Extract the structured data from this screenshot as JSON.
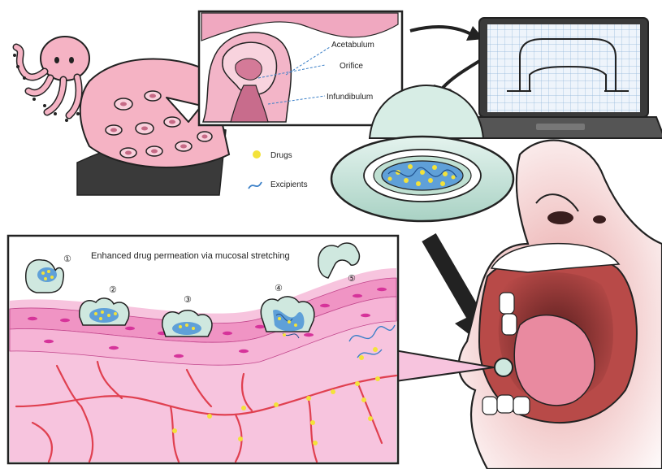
{
  "labels": {
    "acetabulum": "Acetabulum",
    "orifice": "Orifice",
    "infundibulum": "Infundibulum",
    "drugs": "Drugs",
    "excipients": "Excipients",
    "mechanism_title": "Enhanced drug permeation  via mucosal stretching"
  },
  "steps": [
    "①",
    "②",
    "③",
    "④",
    "⑤"
  ],
  "colors": {
    "octopus_pink": "#f5b3c4",
    "suction_pink": "#e58fae",
    "patch_teal": "#cfe8df",
    "drug_yellow": "#f3e23a",
    "excipient_blue": "#3a7fc7",
    "tissue_pink": "#f7c4de",
    "vessel_red": "#e04050",
    "mouth_red": "#c84a4a"
  },
  "icons": [
    "octopus-icon",
    "laptop-icon",
    "patch-device-icon",
    "face-icon",
    "arrow-icon"
  ]
}
